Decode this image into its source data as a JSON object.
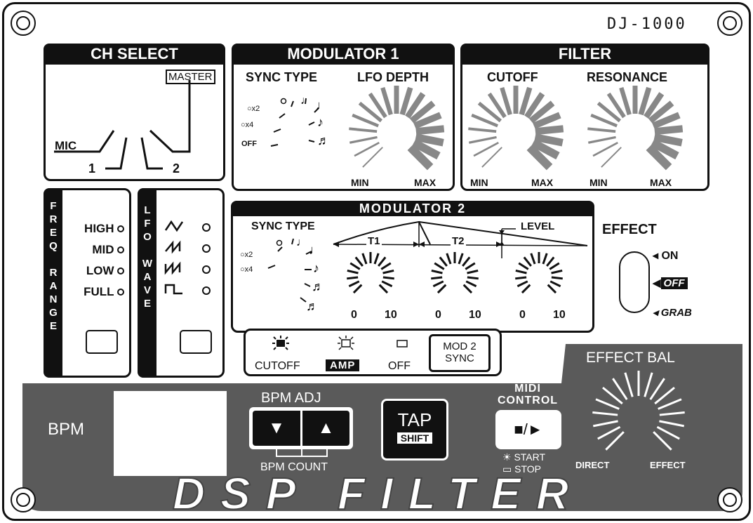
{
  "model": "DJ-1000",
  "ch_select": {
    "title": "CH SELECT",
    "master": "MASTER",
    "mic": "MIC",
    "ch1": "1",
    "ch2": "2"
  },
  "mod1": {
    "title": "MODULATOR 1",
    "sync_type": "SYNC TYPE",
    "lfo_depth": "LFO DEPTH",
    "x2": "x2",
    "x4": "x4",
    "off": "OFF",
    "min": "MIN",
    "max": "MAX"
  },
  "filter": {
    "title": "FILTER",
    "cutoff": "CUTOFF",
    "resonance": "RESONANCE",
    "min": "MIN",
    "max": "MAX"
  },
  "freq_range": {
    "vertical": "FREQ RANGE",
    "options": [
      "HIGH",
      "MID",
      "LOW",
      "FULL"
    ]
  },
  "lfo_wave": {
    "vertical": "LFO WAVE"
  },
  "mod2": {
    "title": "MODULATOR 2",
    "sync_type": "SYNC TYPE",
    "x2": "x2",
    "x4": "x4",
    "t1": "T1",
    "t2": "T2",
    "level": "LEVEL",
    "scale_min": "0",
    "scale_max": "10",
    "modes": [
      "CUTOFF",
      "AMP",
      "OFF"
    ],
    "sync_button_line1": "MOD 2",
    "sync_button_line2": "SYNC"
  },
  "effect": {
    "title": "EFFECT",
    "on": "ON",
    "off": "OFF",
    "grab": "GRAB"
  },
  "bottom": {
    "bpm": "BPM",
    "bpm_adj": "BPM ADJ",
    "bpm_count": "BPM COUNT",
    "tap": "TAP",
    "shift": "SHIFT",
    "midi_line1": "MIDI",
    "midi_line2": "CONTROL",
    "play_symbol": "■/►",
    "start": "START",
    "stop": "STOP",
    "effect_bal": "EFFECT BAL",
    "direct": "DIRECT",
    "effect": "EFFECT",
    "logo": "DSP FILTER"
  }
}
